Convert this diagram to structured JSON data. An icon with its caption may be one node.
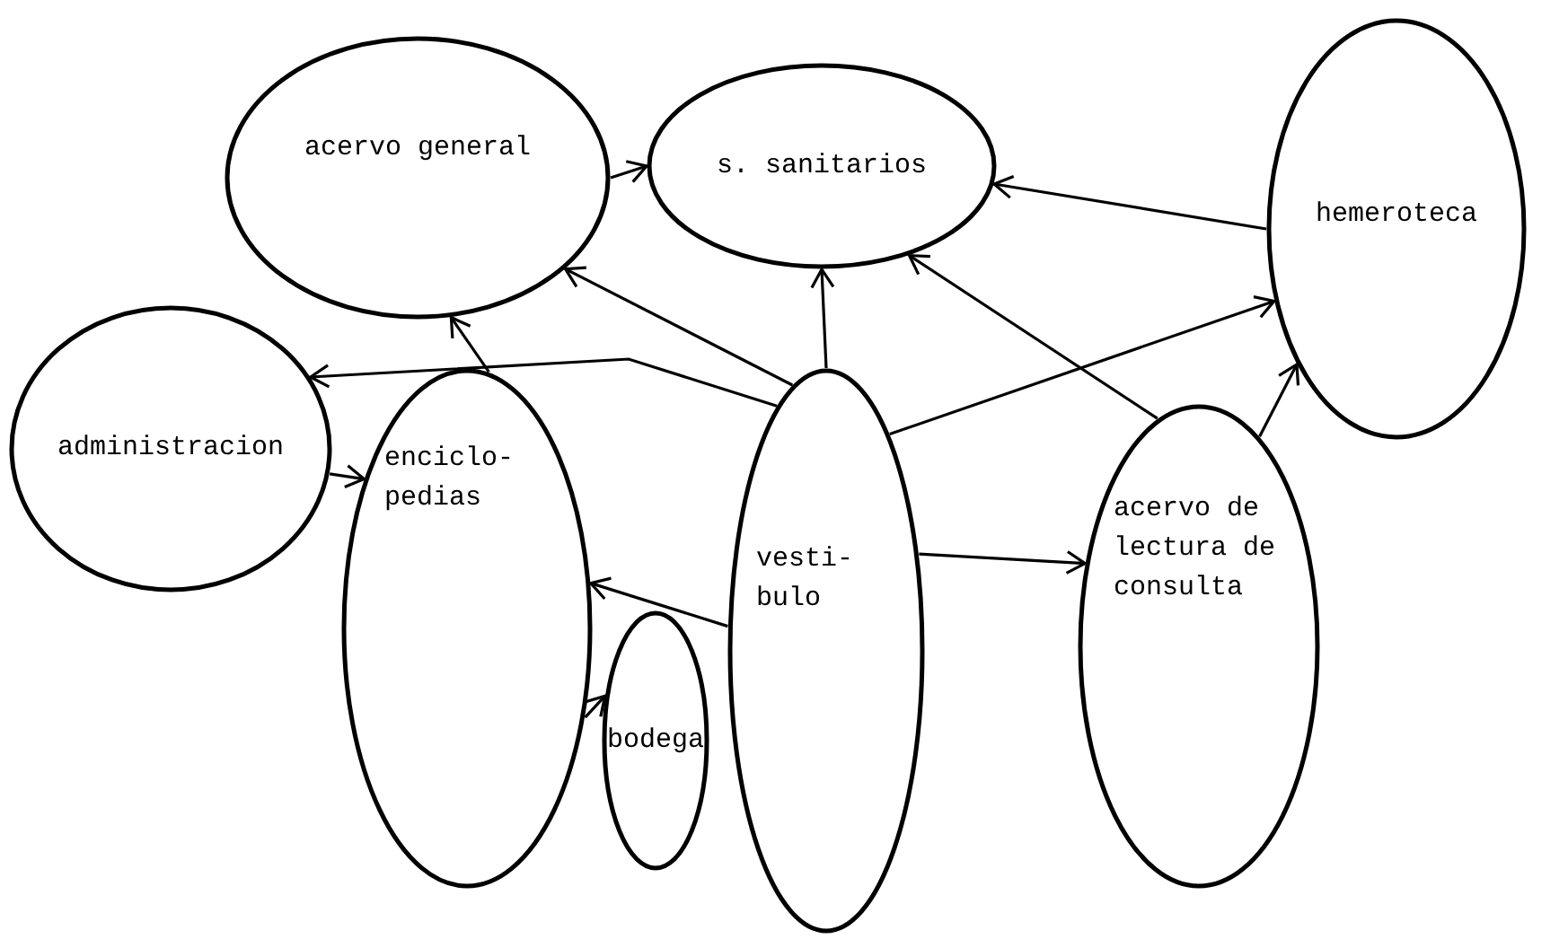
{
  "diagram": {
    "nodes": [
      {
        "text": [
          "acervo general"
        ]
      },
      {
        "text": [
          "s. sanitarios"
        ]
      },
      {
        "text": [
          "hemeroteca"
        ]
      },
      {
        "text": [
          "administracion"
        ]
      },
      {
        "text": [
          "enciclo- pedias"
        ]
      },
      {
        "text": [
          "vesti- bulo"
        ]
      },
      {
        "text": [
          "acervo de lectura de consulta"
        ]
      },
      {
        "text": [
          "bodega"
        ]
      }
    ],
    "edges": [
      {
        "from": 0,
        "to": 1,
        "arrow": "to"
      },
      {
        "from": 2,
        "to": 1,
        "arrow": "to"
      },
      {
        "from": 5,
        "to": 1,
        "arrow": "to"
      },
      {
        "from": 6,
        "to": 1,
        "arrow": "to"
      },
      {
        "from": 5,
        "to": 2,
        "arrow": "to"
      },
      {
        "from": 6,
        "to": 2,
        "arrow": "to"
      },
      {
        "from": 5,
        "to": 6,
        "arrow": "to"
      },
      {
        "from": 5,
        "to": 0,
        "arrow": "to"
      },
      {
        "from": 5,
        "to": 3,
        "arrow": "to"
      },
      {
        "from": 4,
        "to": 0,
        "arrow": "to"
      },
      {
        "from": 3,
        "to": 4,
        "arrow": "to"
      },
      {
        "from": 5,
        "to": 4,
        "arrow": "to"
      },
      {
        "from": 4,
        "to": 7,
        "arrow": "to"
      }
    ]
  }
}
